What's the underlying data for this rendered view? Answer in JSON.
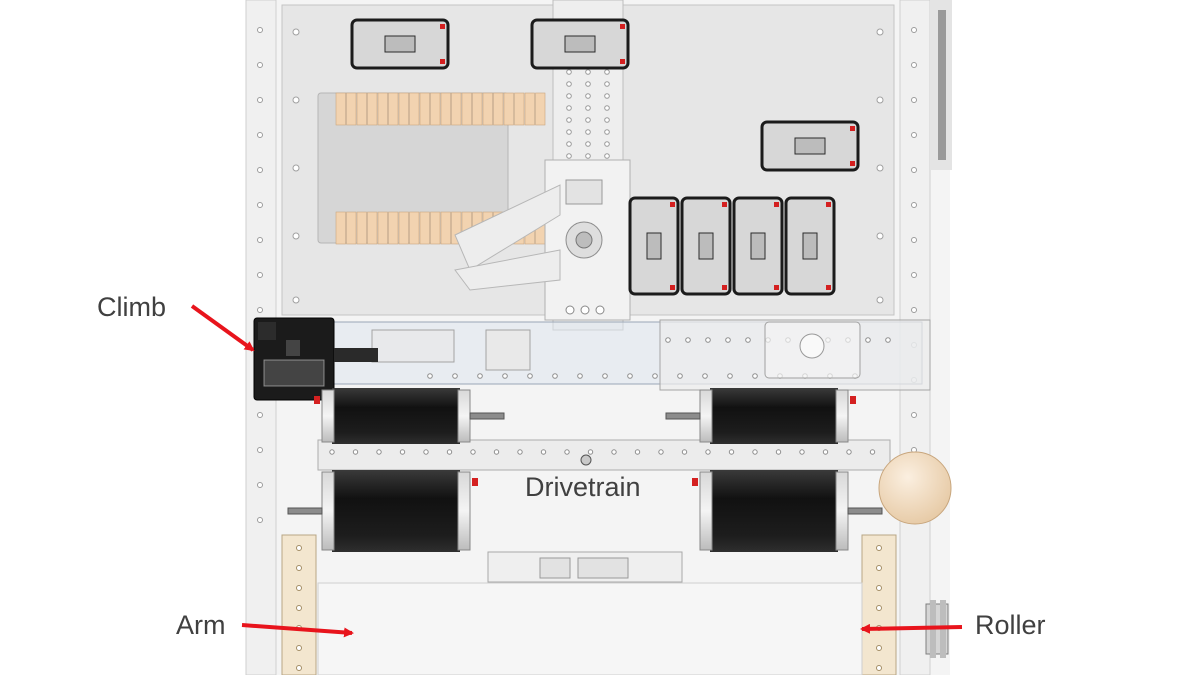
{
  "labels": {
    "climb": "Climb",
    "drivetrain": "Drivetrain",
    "arm": "Arm",
    "roller": "Roller"
  },
  "colors": {
    "arrow": "#e8141c",
    "label_text": "#404040",
    "motor_body": "#1e1e1e",
    "plate": "#e6e6e6",
    "channel": "#eeeeee",
    "battery_cell": "#f2d3b0",
    "wood_strip": "#f3e6cf"
  }
}
